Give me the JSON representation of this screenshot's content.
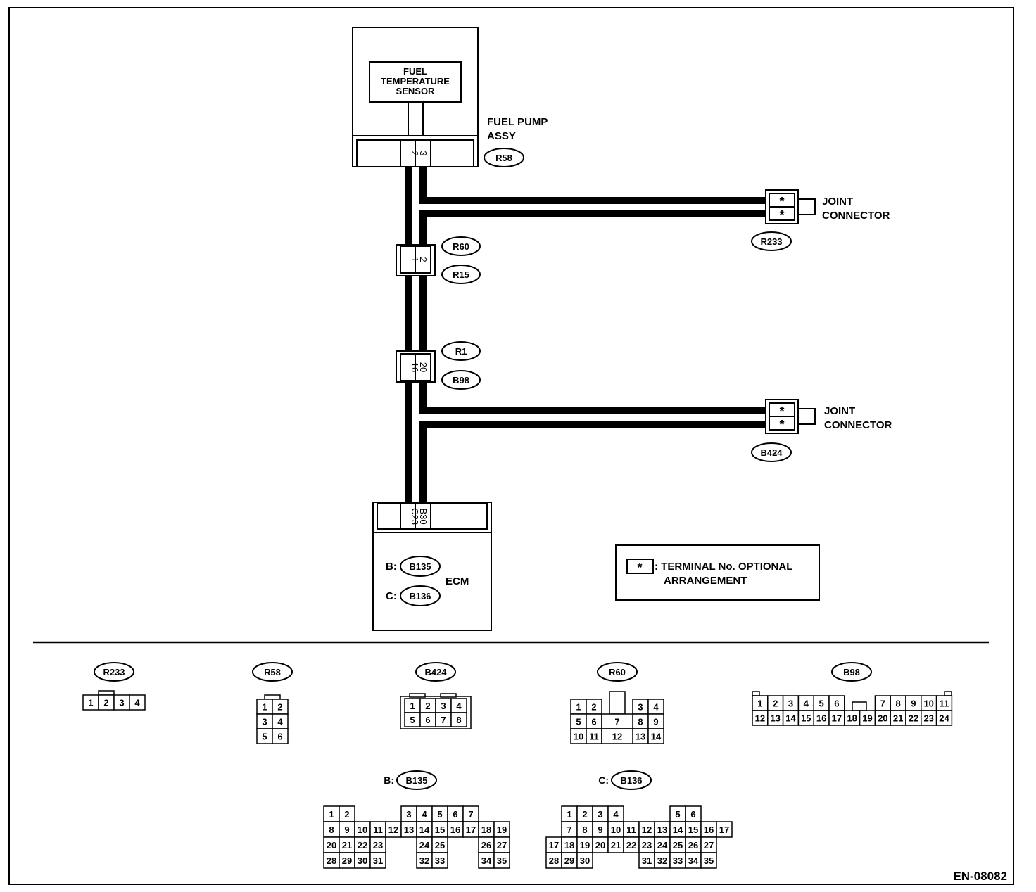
{
  "diagram_id": "EN-08082",
  "top": {
    "sensor_lines": [
      "FUEL",
      "TEMPERATURE",
      "SENSOR"
    ],
    "fuel_pump_lines": [
      "FUEL PUMP",
      "ASSY"
    ],
    "pump_connector": "R58",
    "pump_terminals": [
      "2",
      "3"
    ],
    "joint1": {
      "lines": [
        "JOINT",
        "CONNECTOR"
      ],
      "connector": "R233",
      "terminals": [
        "*",
        "*"
      ]
    },
    "joint2": {
      "lines": [
        "JOINT",
        "CONNECTOR"
      ],
      "connector": "B424",
      "terminals": [
        "*",
        "*"
      ]
    },
    "inline1": {
      "upper": "R60",
      "lower": "R15",
      "terminals": [
        "1",
        "2"
      ]
    },
    "inline2": {
      "upper": "R1",
      "lower": "B98",
      "terminals": [
        "16",
        "20"
      ]
    },
    "ecm": {
      "label": "ECM",
      "terminals": [
        "C23",
        "B30"
      ],
      "conn_b_prefix": "B:",
      "conn_b": "B135",
      "conn_c_prefix": "C:",
      "conn_c": "B136"
    },
    "legend": {
      "symbol": "*",
      "lines": [
        ": TERMINAL No. OPTIONAL",
        "ARRANGEMENT"
      ]
    }
  },
  "connector_views": [
    {
      "name": "R233",
      "pins": [
        "1",
        "2",
        "3",
        "4"
      ]
    },
    {
      "name": "R58",
      "pins": [
        "1",
        "2",
        "3",
        "4",
        "5",
        "6"
      ]
    },
    {
      "name": "B424",
      "pins": [
        "1",
        "2",
        "3",
        "4",
        "5",
        "6",
        "7",
        "8"
      ]
    },
    {
      "name": "R60",
      "pins": [
        "1",
        "2",
        "3",
        "4",
        "5",
        "6",
        "7",
        "8",
        "9",
        "10",
        "11",
        "12",
        "13",
        "14"
      ]
    },
    {
      "name": "B98",
      "pins": [
        "1",
        "2",
        "3",
        "4",
        "5",
        "6",
        "7",
        "8",
        "9",
        "10",
        "11",
        "12",
        "13",
        "14",
        "15",
        "16",
        "17",
        "18",
        "19",
        "20",
        "21",
        "22",
        "23",
        "24"
      ]
    },
    {
      "prefix": "B:",
      "name": "B135",
      "pins": [
        "1",
        "2",
        "3",
        "4",
        "5",
        "6",
        "7",
        "8",
        "9",
        "10",
        "11",
        "12",
        "13",
        "14",
        "15",
        "16",
        "17",
        "18",
        "19",
        "20",
        "21",
        "22",
        "23",
        "24",
        "25",
        "26",
        "27",
        "28",
        "29",
        "30",
        "31",
        "32",
        "33",
        "34",
        "35"
      ]
    },
    {
      "prefix": "C:",
      "name": "B136",
      "pins": [
        "1",
        "2",
        "3",
        "4",
        "5",
        "6",
        "7",
        "8",
        "9",
        "10",
        "11",
        "12",
        "13",
        "14",
        "15",
        "16",
        "17",
        "18",
        "19",
        "20",
        "21",
        "22",
        "23",
        "24",
        "25",
        "26",
        "27",
        "28",
        "29",
        "30",
        "31",
        "32",
        "33",
        "34",
        "35"
      ]
    }
  ]
}
